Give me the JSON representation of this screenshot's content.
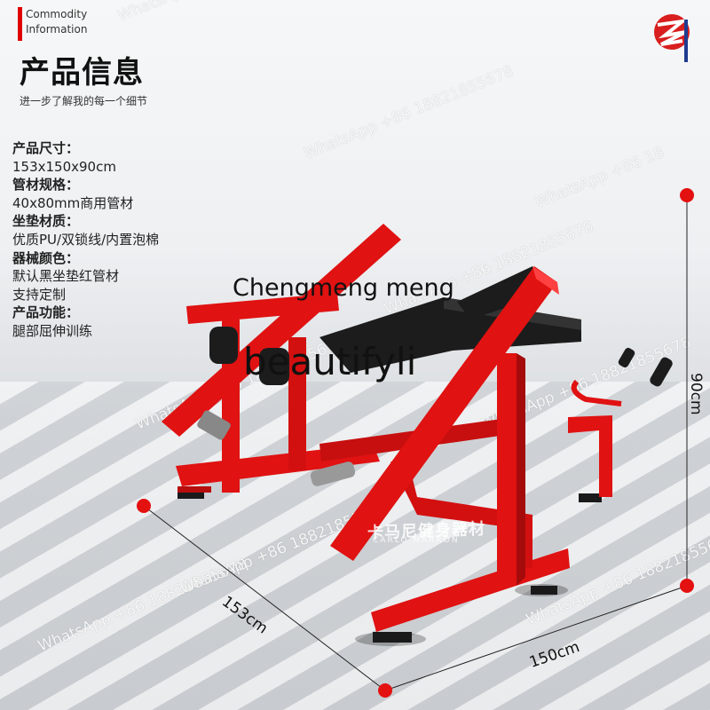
{
  "tag": {
    "line1": "Commodity",
    "line2": "Information"
  },
  "title": "产品信息",
  "subtitle": "进一步了解我的每一个细节",
  "specs": [
    {
      "k": "产品尺寸：",
      "v": [
        "153x150x90cm"
      ]
    },
    {
      "k": "管材规格：",
      "v": [
        "40x80mm商用管材"
      ]
    },
    {
      "k": "坐垫材质：",
      "v": [
        "优质PU/双锁线/内置泡棉"
      ]
    },
    {
      "k": "器械颜色：",
      "v": [
        "默认黑坐垫红管材",
        "支持定制"
      ]
    },
    {
      "k": "产品功能：",
      "v": [
        "腿部屈伸训练"
      ]
    }
  ],
  "overlay": {
    "line1": "Chengmeng meng",
    "line2": "beautifyli"
  },
  "dimensions": {
    "depth": "153cm",
    "width": "150cm",
    "height": "90cm"
  },
  "brand": {
    "cn": "卡马尼健身器材",
    "en": "CARLO MARRON"
  },
  "watermarks": [
    "WhatsApp +86 18821855678",
    "WhatsApp +86 18821855678",
    "WhatsApp +86 18821855678",
    "WhatsApp +86 18821855678",
    "WhatsApp +86 18821855678",
    "WhatsApp +86 18821855678",
    "WhatsApp +86 18821855678",
    "WhatsApp +86 18821855678",
    "WhatsApp +86 18"
  ],
  "colors": {
    "frame": "#e01212",
    "pad": "#1c1c1c",
    "dot": "#e41111",
    "logo": "#d81e1e",
    "logo_blue": "#1f3b8f"
  }
}
